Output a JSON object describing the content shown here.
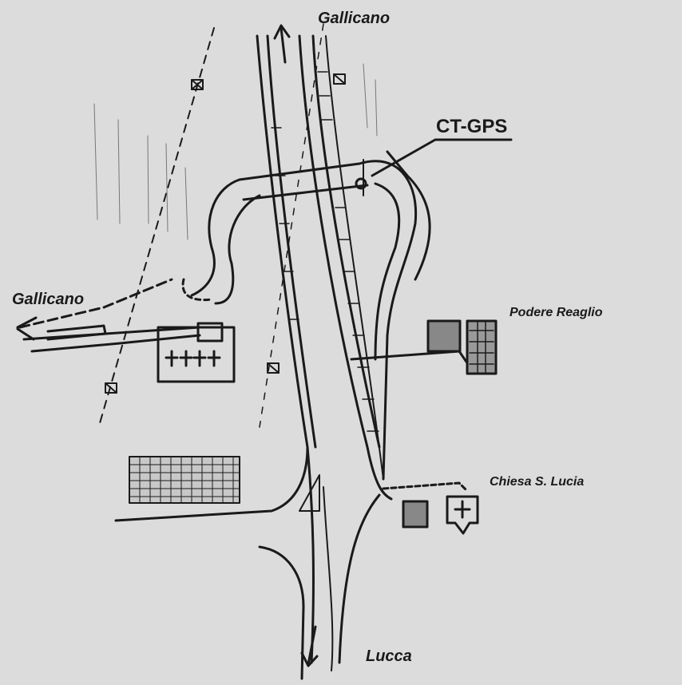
{
  "labels": {
    "top_destination": "Gallicano",
    "left_destination": "Gallicano",
    "bottom_destination": "Lucca",
    "station": "CT-GPS",
    "farm": "Podere Reaglio",
    "church": "Chiesa S. Lucia"
  },
  "colors": {
    "background": "#dcdcdc",
    "ink": "#1a1a1a"
  }
}
